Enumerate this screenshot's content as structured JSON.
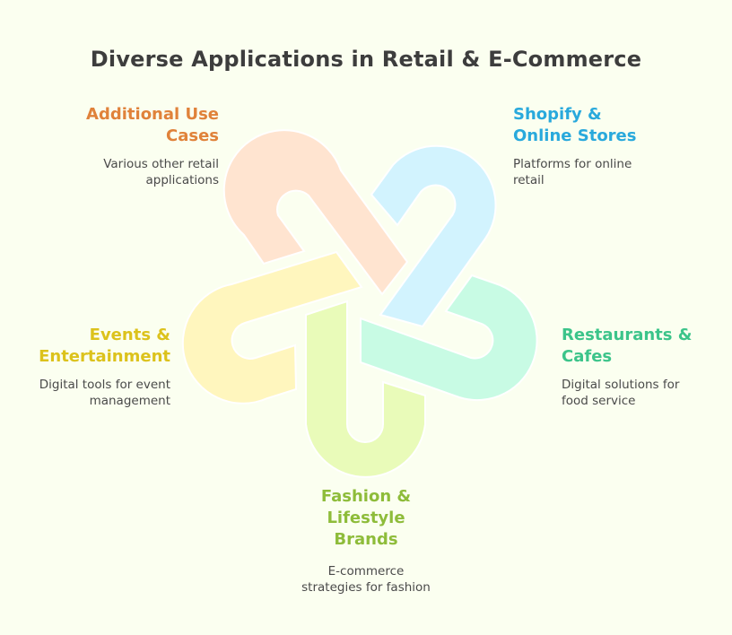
{
  "title": "Diverse Applications in Retail & E-Commerce",
  "background_color": "#fbfff0",
  "items": [
    {
      "id": "additional",
      "title_lines": [
        "Additional Use",
        "Cases"
      ],
      "desc_lines": [
        "Various other retail",
        "applications"
      ],
      "text_color": "#e0823a",
      "shape_color": "#ffe4d0"
    },
    {
      "id": "shopify",
      "title_lines": [
        "Shopify &",
        "Online Stores"
      ],
      "desc_lines": [
        "Platforms for online",
        "retail"
      ],
      "text_color": "#29a9dc",
      "shape_color": "#d2f3fe"
    },
    {
      "id": "restaurants",
      "title_lines": [
        "Restaurants &",
        "Cafes"
      ],
      "desc_lines": [
        "Digital solutions for",
        "food service"
      ],
      "text_color": "#3cc48a",
      "shape_color": "#c8fbe4"
    },
    {
      "id": "fashion",
      "title_lines": [
        "Fashion &",
        "Lifestyle",
        "Brands"
      ],
      "desc_lines": [
        "E-commerce",
        "strategies for fashion"
      ],
      "text_color": "#8ebc3a",
      "shape_color": "#e9fbb9"
    },
    {
      "id": "events",
      "title_lines": [
        "Events &",
        "Entertainment"
      ],
      "desc_lines": [
        "Digital tools for event",
        "management"
      ],
      "text_color": "#dcc21c",
      "shape_color": "#fff6be"
    }
  ]
}
